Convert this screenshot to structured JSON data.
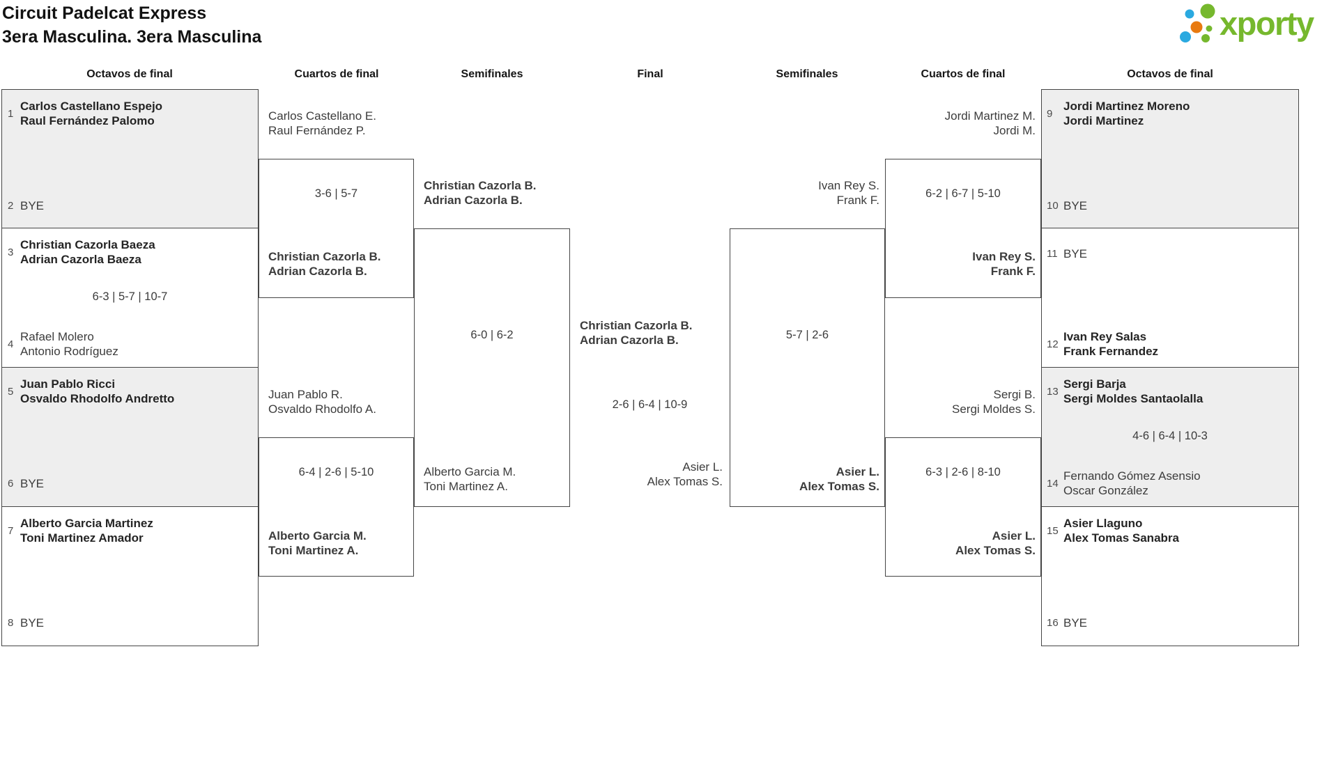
{
  "title": {
    "line1": "Circuit Padelcat Express",
    "line2": "3era Masculina. 3era Masculina"
  },
  "logo": {
    "brand": "xporty"
  },
  "colors": {
    "logo_green": "#76b82d",
    "logo_blue": "#2aa9e0",
    "logo_orange": "#e87a10",
    "box_gray": "#eeeeee",
    "line": "#454545"
  },
  "round_headers": [
    "Octavos de final",
    "Cuartos de final",
    "Semifinales",
    "Final",
    "Semifinales",
    "Cuartos de final",
    "Octavos de final"
  ],
  "r16_left": {
    "m1": {
      "top": {
        "seed": "1",
        "line1": "Carlos Castellano Espejo",
        "line2": "Raul Fernández Palomo"
      },
      "bottom": {
        "seed": "2",
        "line1": "BYE"
      }
    },
    "m2": {
      "top": {
        "seed": "3",
        "line1": "Christian Cazorla Baeza",
        "line2": "Adrian Cazorla Baeza"
      },
      "score": "6-3 | 5-7 | 10-7",
      "bottom": {
        "seed": "4",
        "line1": "Rafael Molero",
        "line2": "Antonio Rodríguez"
      }
    },
    "m3": {
      "top": {
        "seed": "5",
        "line1": "Juan Pablo Ricci",
        "line2": "Osvaldo Rhodolfo Andretto"
      },
      "bottom": {
        "seed": "6",
        "line1": "BYE"
      }
    },
    "m4": {
      "top": {
        "seed": "7",
        "line1": "Alberto Garcia Martinez",
        "line2": "Toni Martinez Amador"
      },
      "bottom": {
        "seed": "8",
        "line1": "BYE"
      }
    }
  },
  "r16_right": {
    "m1": {
      "top": {
        "seed": "9",
        "line1": "Jordi Martinez Moreno",
        "line2": "Jordi Martinez"
      },
      "bottom": {
        "seed": "10",
        "line1": "BYE"
      }
    },
    "m2": {
      "top": {
        "seed": "11",
        "line1": "BYE"
      },
      "bottom": {
        "seed": "12",
        "line1": "Ivan Rey Salas",
        "line2": "Frank Fernandez"
      }
    },
    "m3": {
      "top": {
        "seed": "13",
        "line1": "Sergi Barja",
        "line2": "Sergi Moldes Santaolalla"
      },
      "score": "4-6 | 6-4 | 10-3",
      "bottom": {
        "seed": "14",
        "line1": "Fernando Gómez Asensio",
        "line2": "Oscar González"
      }
    },
    "m4": {
      "top": {
        "seed": "15",
        "line1": "Asier Llaguno",
        "line2": "Alex Tomas Sanabra"
      },
      "bottom": {
        "seed": "16",
        "line1": "BYE"
      }
    }
  },
  "qf_left": {
    "m1": {
      "team_top": {
        "line1": "Carlos Castellano E.",
        "line2": "Raul Fernández P."
      },
      "score": "3-6 | 5-7",
      "team_bottom": {
        "line1": "Christian Cazorla B.",
        "line2": "Adrian Cazorla B."
      }
    },
    "m2": {
      "team_top": {
        "line1": "Juan Pablo R.",
        "line2": "Osvaldo Rhodolfo A."
      },
      "score": "6-4 | 2-6 | 5-10",
      "team_bottom": {
        "line1": "Alberto Garcia M.",
        "line2": "Toni Martinez A."
      }
    }
  },
  "sf_left": {
    "team_top": {
      "line1": "Christian Cazorla B.",
      "line2": "Adrian Cazorla B."
    },
    "score": "6-0 | 6-2",
    "team_bottom": {
      "line1": "Alberto Garcia M.",
      "line2": "Toni Martinez A."
    }
  },
  "final": {
    "team_left": {
      "line1": "Christian Cazorla B.",
      "line2": "Adrian Cazorla B."
    },
    "score": "2-6 | 6-4 | 10-9",
    "team_right": {
      "line1": "Asier L.",
      "line2": "Alex Tomas S."
    }
  },
  "sf_right": {
    "team_top": {
      "line1": "Ivan Rey S.",
      "line2": "Frank F."
    },
    "score": "5-7 | 2-6",
    "team_bottom": {
      "line1": "Asier L.",
      "line2": "Alex Tomas S."
    }
  },
  "qf_right": {
    "m1": {
      "team_top": {
        "line1": "Jordi Martinez M.",
        "line2": "Jordi M."
      },
      "score": "6-2 | 6-7 | 5-10",
      "team_bottom": {
        "line1": "Ivan Rey S.",
        "line2": "Frank F."
      }
    },
    "m2": {
      "team_top": {
        "line1": "Sergi B.",
        "line2": "Sergi Moldes S."
      },
      "score": "6-3 | 2-6 | 8-10",
      "team_bottom": {
        "line1": "Asier L.",
        "line2": "Alex Tomas S."
      }
    }
  }
}
